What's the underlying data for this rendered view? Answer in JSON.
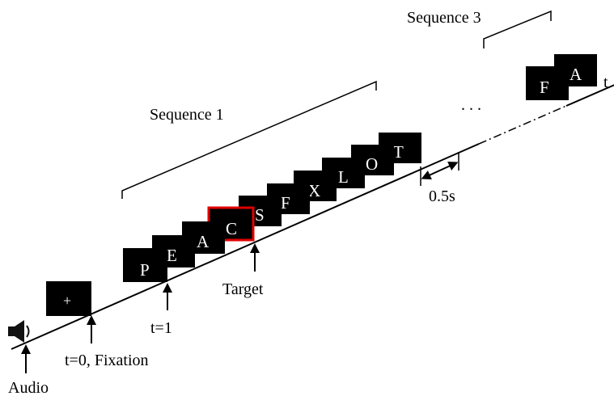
{
  "labels": {
    "sequence1": "Sequence 1",
    "sequence3": "Sequence 3",
    "t_axis": "t",
    "interval": "0.5s",
    "target": "Target",
    "t1": "t=1",
    "t0": "t=0, Fixation",
    "audio": "Audio"
  },
  "fixation_symbol": "+",
  "sequence1_letters": [
    "P",
    "E",
    "A",
    "C",
    "S",
    "F",
    "X",
    "L",
    "O",
    "T"
  ],
  "sequence3_letters": [
    "F",
    "A"
  ],
  "target_letter": "C",
  "ellipsis": ". . .",
  "colors": {
    "card": "#000000",
    "card_text": "#ffffff",
    "target_border": "#e00000",
    "line": "#000000"
  },
  "icons": {
    "speaker": "speaker-icon",
    "arrow": "arrow-up-icon"
  }
}
